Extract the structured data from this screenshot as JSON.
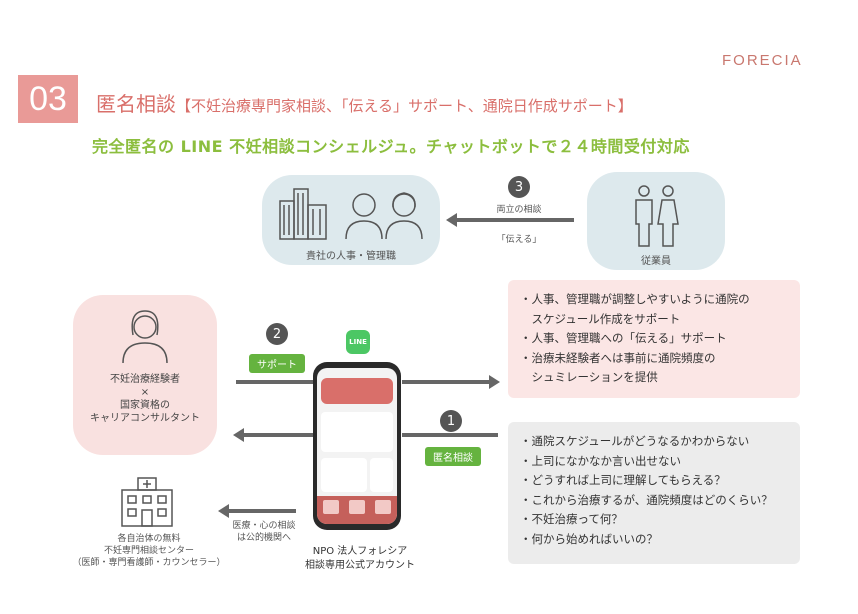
{
  "brand": "FORECIA",
  "section": {
    "number": "03",
    "title": "匿名相談",
    "subtitle": "【不妊治療専門家相談、「伝える」サポート、通院日作成サポート】"
  },
  "headline": "完全匿名の LINE 不妊相談コンシェルジュ。チャットボットで２４時間受付対応",
  "company": {
    "label": "貴社の人事・管理職"
  },
  "employee": {
    "label": "従業員"
  },
  "step3": {
    "number": "3",
    "label_top": "両立の相談",
    "label_bottom": "「伝える」"
  },
  "expert": {
    "line1": "不妊治療経験者",
    "line2": "×",
    "line3": "国家資格の",
    "line4": "キャリアコンサルタント"
  },
  "step2": {
    "number": "2",
    "tag": "サポート"
  },
  "step1": {
    "number": "1",
    "tag": "匿名相談"
  },
  "line_logo": "LINE",
  "phone": {
    "caption1": "NPO 法人フォレシア",
    "caption2": "相談専用公式アカウント"
  },
  "public": {
    "arrow_label1": "医療・心の相談",
    "arrow_label2": "は公的機関へ",
    "line1": "各自治体の無料",
    "line2": "不妊専門相談センター",
    "line3": "（医師・専門看護師・カウンセラー）"
  },
  "support_points": [
    "・人事、管理職が調整しやすいように通院の",
    "　スケジュール作成をサポート",
    "・人事、管理職への「伝える」サポート",
    "・治療未経験者へは事前に通院頻度の",
    "　シュミレーションを提供"
  ],
  "concerns": [
    "・通院スケジュールがどうなるかわからない",
    "・上司になかなか言い出せない",
    "・どうすれば上司に理解してもらえる？",
    "・これから治療するが、通院頻度はどのくらい？",
    "・不妊治療って何？",
    "・何から始めればいいの？"
  ],
  "colors": {
    "accent": "#d96f6a",
    "green": "#8cbe3e",
    "tag_green": "#65b33f",
    "pink_bg": "#fbe6e5",
    "blue_bg": "#dde9ed"
  }
}
